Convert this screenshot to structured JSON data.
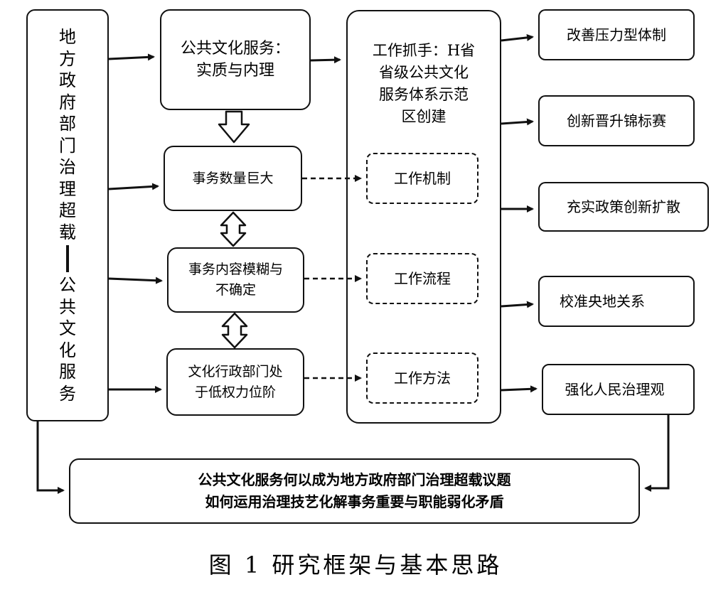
{
  "left_box": {
    "top_chars": [
      "地",
      "方",
      "政",
      "府",
      "部",
      "门",
      "治",
      "理",
      "超",
      "载"
    ],
    "bottom_chars": [
      "公",
      "共",
      "文",
      "化",
      "服",
      "务"
    ]
  },
  "center": {
    "top": "公共文化服务：\n实质与内理",
    "issues": [
      "事务数量巨大",
      "事务内容模糊与\n不确定",
      "文化行政部门处\n于低权力位阶"
    ]
  },
  "right_main": {
    "title": "工作抓手：H省\n省级公共文化\n服务体系示范\n区创建",
    "sub": [
      "工作机制",
      "工作流程",
      "工作方法"
    ]
  },
  "outcomes": [
    "改善压力型体制",
    "创新晋升锦标赛",
    "充实政策创新扩散",
    "校准央地关系",
    "强化人民治理观"
  ],
  "bottom_box": {
    "line1": "公共文化服务何以成为地方政府部门治理超载议题",
    "line2": "如何运用治理技艺化解事务重要与职能弱化矛盾"
  },
  "caption": "图 1   研究框架与基本思路"
}
